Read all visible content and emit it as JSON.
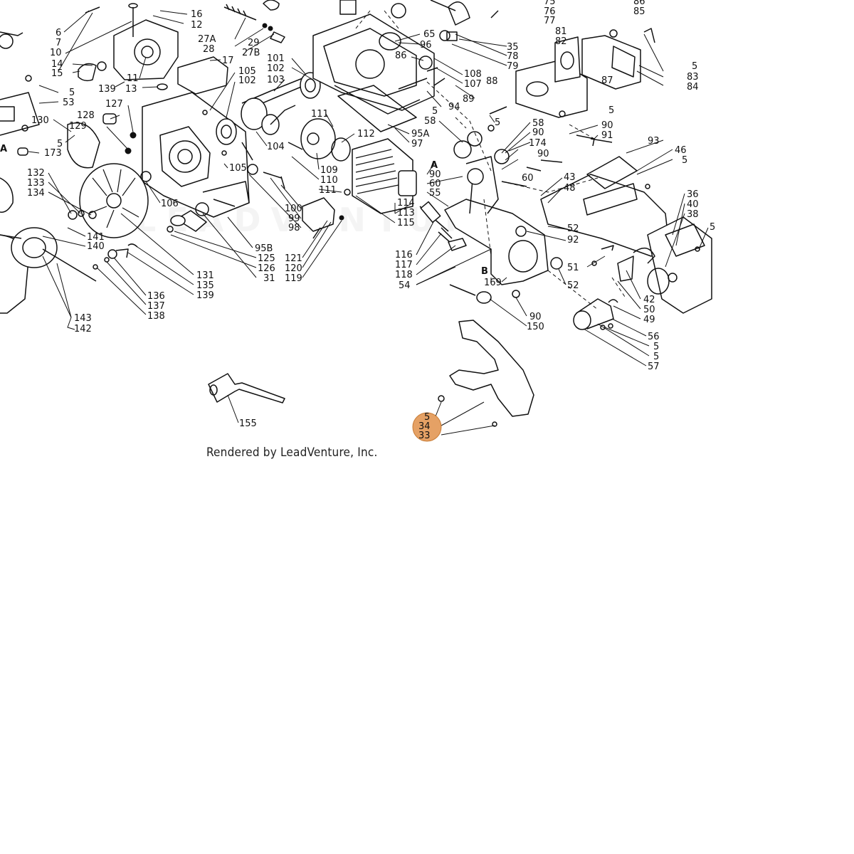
{
  "credit": "Rendered by LeadVenture, Inc.",
  "watermark": "LEADVENTURE",
  "highlight_color": "#e0904a",
  "line_color": "#111111",
  "labels": [
    {
      "id": "l-75",
      "text": "75"
    },
    {
      "id": "l-76",
      "text": "76"
    },
    {
      "id": "l-77",
      "text": "77"
    },
    {
      "id": "l-86t",
      "text": "86"
    },
    {
      "id": "l-85",
      "text": "85"
    },
    {
      "id": "l-16",
      "text": "16"
    },
    {
      "id": "l-12",
      "text": "12"
    },
    {
      "id": "l-6",
      "text": "6"
    },
    {
      "id": "l-7",
      "text": "7"
    },
    {
      "id": "l-10",
      "text": "10"
    },
    {
      "id": "l-14",
      "text": "14"
    },
    {
      "id": "l-15",
      "text": "15"
    },
    {
      "id": "l-139a",
      "text": "139"
    },
    {
      "id": "l-11",
      "text": "11"
    },
    {
      "id": "l-13",
      "text": "13"
    },
    {
      "id": "l-27a",
      "text": "27A"
    },
    {
      "id": "l-28",
      "text": "28"
    },
    {
      "id": "l-29",
      "text": "29"
    },
    {
      "id": "l-27b",
      "text": "27B"
    },
    {
      "id": "l-17",
      "text": "17"
    },
    {
      "id": "l-65",
      "text": "65"
    },
    {
      "id": "l-96",
      "text": "96"
    },
    {
      "id": "l-35",
      "text": "35"
    },
    {
      "id": "l-78",
      "text": "78"
    },
    {
      "id": "l-79",
      "text": "79"
    },
    {
      "id": "l-81",
      "text": "81"
    },
    {
      "id": "l-82",
      "text": "82"
    },
    {
      "id": "l-5a",
      "text": "5"
    },
    {
      "id": "l-83",
      "text": "83"
    },
    {
      "id": "l-84",
      "text": "84"
    },
    {
      "id": "l-86",
      "text": "86"
    },
    {
      "id": "l-108",
      "text": "108"
    },
    {
      "id": "l-107",
      "text": "107"
    },
    {
      "id": "l-88",
      "text": "88"
    },
    {
      "id": "l-87",
      "text": "87"
    },
    {
      "id": "l-5b",
      "text": "5"
    },
    {
      "id": "l-101",
      "text": "101"
    },
    {
      "id": "l-102a",
      "text": "102"
    },
    {
      "id": "l-103",
      "text": "103"
    },
    {
      "id": "l-105a",
      "text": "105"
    },
    {
      "id": "l-102b",
      "text": "102"
    },
    {
      "id": "l-5c",
      "text": "5"
    },
    {
      "id": "l-53",
      "text": "53"
    },
    {
      "id": "l-127",
      "text": "127"
    },
    {
      "id": "l-128",
      "text": "128"
    },
    {
      "id": "l-129",
      "text": "129"
    },
    {
      "id": "l-130",
      "text": "130"
    },
    {
      "id": "l-5d",
      "text": "5"
    },
    {
      "id": "l-173",
      "text": "173"
    },
    {
      "id": "l-a1",
      "text": "A"
    },
    {
      "id": "l-94",
      "text": "94"
    },
    {
      "id": "l-89",
      "text": "89"
    },
    {
      "id": "l-5e",
      "text": "5"
    },
    {
      "id": "l-58a",
      "text": "58"
    },
    {
      "id": "l-5f",
      "text": "5"
    },
    {
      "id": "l-58b",
      "text": "58"
    },
    {
      "id": "l-90a",
      "text": "90"
    },
    {
      "id": "l-174",
      "text": "174"
    },
    {
      "id": "l-90b",
      "text": "90"
    },
    {
      "id": "l-91",
      "text": "91"
    },
    {
      "id": "l-93",
      "text": "93"
    },
    {
      "id": "l-46",
      "text": "46"
    },
    {
      "id": "l-5g",
      "text": "5"
    },
    {
      "id": "l-111a",
      "text": "111"
    },
    {
      "id": "l-112",
      "text": "112"
    },
    {
      "id": "l-95a",
      "text": "95A"
    },
    {
      "id": "l-97",
      "text": "97"
    },
    {
      "id": "l-104",
      "text": "104"
    },
    {
      "id": "l-109",
      "text": "109"
    },
    {
      "id": "l-110",
      "text": "110"
    },
    {
      "id": "l-111b",
      "text": "111"
    },
    {
      "id": "l-105b",
      "text": "105"
    },
    {
      "id": "l-a2",
      "text": "A"
    },
    {
      "id": "l-90c",
      "text": "90"
    },
    {
      "id": "l-60a",
      "text": "60"
    },
    {
      "id": "l-55",
      "text": "55"
    },
    {
      "id": "l-90d",
      "text": "90"
    },
    {
      "id": "l-60b",
      "text": "60"
    },
    {
      "id": "l-43",
      "text": "43"
    },
    {
      "id": "l-48",
      "text": "48"
    },
    {
      "id": "l-132",
      "text": "132"
    },
    {
      "id": "l-133",
      "text": "133"
    },
    {
      "id": "l-134",
      "text": "134"
    },
    {
      "id": "l-106",
      "text": "106"
    },
    {
      "id": "l-100",
      "text": "100"
    },
    {
      "id": "l-99",
      "text": "99"
    },
    {
      "id": "l-98",
      "text": "98"
    },
    {
      "id": "l-114",
      "text": "114"
    },
    {
      "id": "l-113",
      "text": "113"
    },
    {
      "id": "l-115",
      "text": "115"
    },
    {
      "id": "l-116",
      "text": "116"
    },
    {
      "id": "l-117",
      "text": "117"
    },
    {
      "id": "l-118",
      "text": "118"
    },
    {
      "id": "l-54",
      "text": "54"
    },
    {
      "id": "l-52a",
      "text": "52"
    },
    {
      "id": "l-92",
      "text": "92"
    },
    {
      "id": "l-36",
      "text": "36"
    },
    {
      "id": "l-40",
      "text": "40"
    },
    {
      "id": "l-38",
      "text": "38"
    },
    {
      "id": "l-5h",
      "text": "5"
    },
    {
      "id": "l-141",
      "text": "141"
    },
    {
      "id": "l-140",
      "text": "140"
    },
    {
      "id": "l-95b",
      "text": "95B"
    },
    {
      "id": "l-125",
      "text": "125"
    },
    {
      "id": "l-126",
      "text": "126"
    },
    {
      "id": "l-31",
      "text": "31"
    },
    {
      "id": "l-121",
      "text": "121"
    },
    {
      "id": "l-120",
      "text": "120"
    },
    {
      "id": "l-119",
      "text": "119"
    },
    {
      "id": "l-131",
      "text": "131"
    },
    {
      "id": "l-135",
      "text": "135"
    },
    {
      "id": "l-139b",
      "text": "139"
    },
    {
      "id": "l-136",
      "text": "136"
    },
    {
      "id": "l-137",
      "text": "137"
    },
    {
      "id": "l-138",
      "text": "138"
    },
    {
      "id": "l-b",
      "text": "B"
    },
    {
      "id": "l-169",
      "text": "169"
    },
    {
      "id": "l-51",
      "text": "51"
    },
    {
      "id": "l-52b",
      "text": "52"
    },
    {
      "id": "l-42",
      "text": "42"
    },
    {
      "id": "l-50",
      "text": "50"
    },
    {
      "id": "l-49",
      "text": "49"
    },
    {
      "id": "l-56",
      "text": "56"
    },
    {
      "id": "l-5i",
      "text": "5"
    },
    {
      "id": "l-5j",
      "text": "5"
    },
    {
      "id": "l-57",
      "text": "57"
    },
    {
      "id": "l-90e",
      "text": "90"
    },
    {
      "id": "l-150",
      "text": "150"
    },
    {
      "id": "l-143",
      "text": "143"
    },
    {
      "id": "l-142",
      "text": "142"
    },
    {
      "id": "l-155",
      "text": "155"
    },
    {
      "id": "l-5k",
      "text": "5"
    },
    {
      "id": "l-34",
      "text": "34"
    },
    {
      "id": "l-33",
      "text": "33"
    }
  ]
}
